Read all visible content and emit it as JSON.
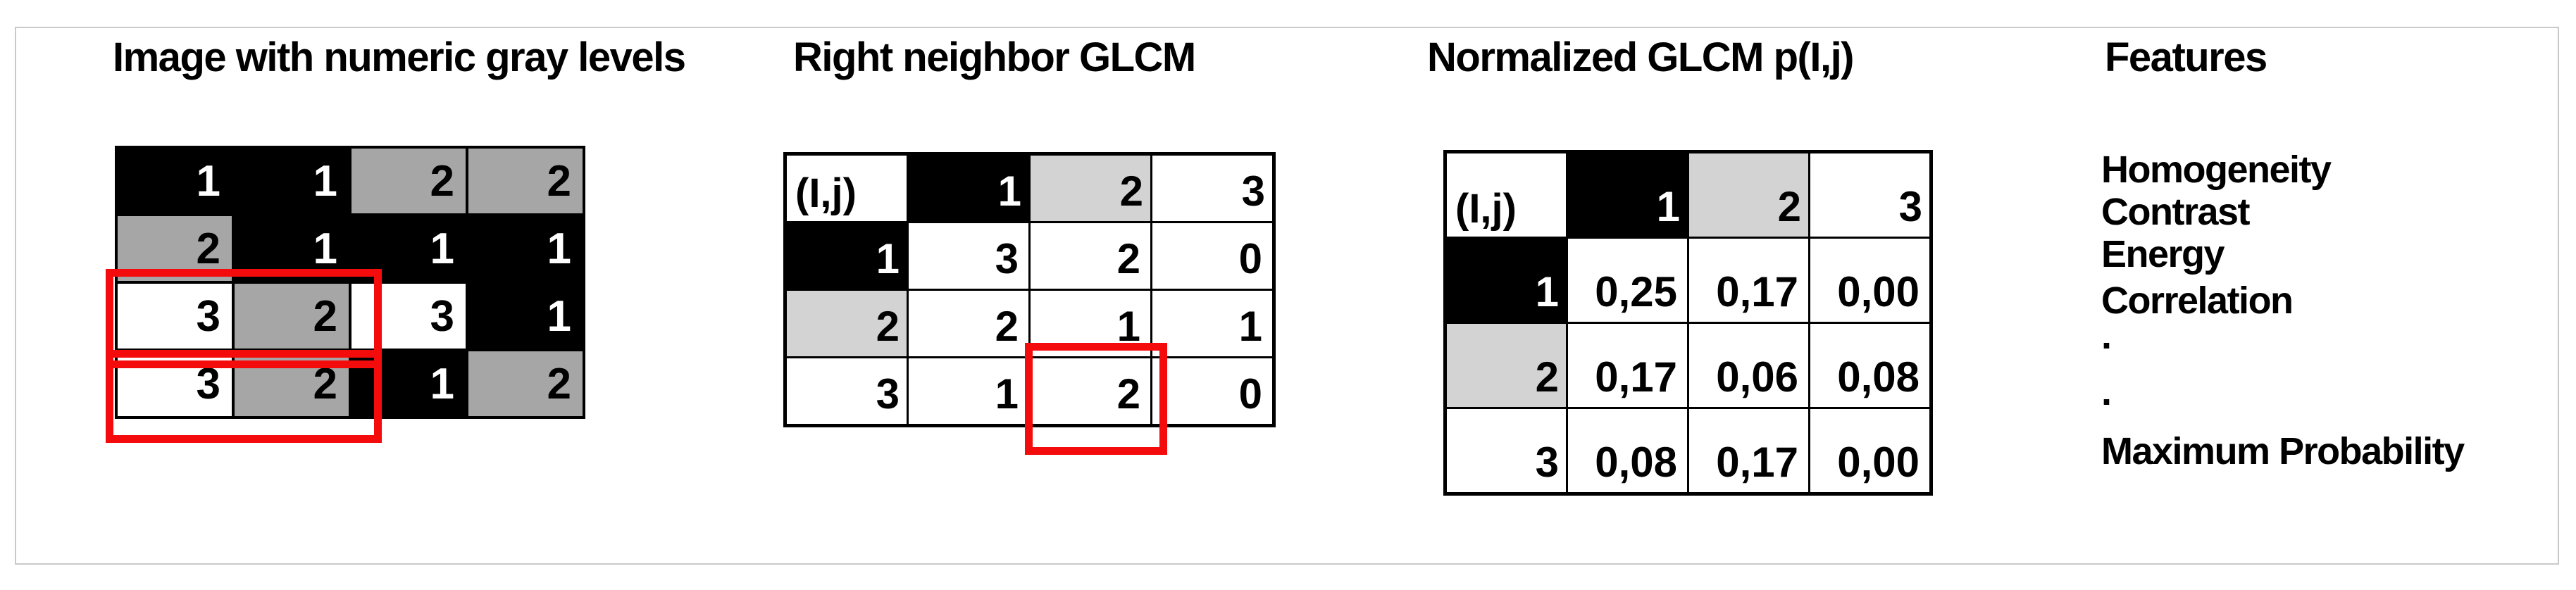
{
  "colors": {
    "black": "#000000",
    "white": "#ffffff",
    "image_gray": "#a6a6a6",
    "table_gray": "#d3d3d3",
    "highlight_red": "#f40b0b",
    "panel_border": "#c9c9c9"
  },
  "sections": {
    "image": {
      "title": "Image with numeric gray levels",
      "cells": [
        [
          {
            "v": "1",
            "shade": "black"
          },
          {
            "v": "1",
            "shade": "black"
          },
          {
            "v": "2",
            "shade": "gray"
          },
          {
            "v": "2",
            "shade": "gray"
          }
        ],
        [
          {
            "v": "2",
            "shade": "gray"
          },
          {
            "v": "1",
            "shade": "black"
          },
          {
            "v": "1",
            "shade": "black"
          },
          {
            "v": "1",
            "shade": "black"
          }
        ],
        [
          {
            "v": "3",
            "shade": "white"
          },
          {
            "v": "2",
            "shade": "gray"
          },
          {
            "v": "3",
            "shade": "white"
          },
          {
            "v": "1",
            "shade": "black"
          }
        ],
        [
          {
            "v": "3",
            "shade": "white"
          },
          {
            "v": "2",
            "shade": "gray"
          },
          {
            "v": "1",
            "shade": "black"
          },
          {
            "v": "2",
            "shade": "gray"
          }
        ]
      ],
      "highlight": "red boxes around first two cells of rows 3 and 4"
    },
    "glcm": {
      "title": "Right neighbor GLCM",
      "corner": "(I,j)",
      "col_headers": [
        "1",
        "2",
        "3"
      ],
      "row_headers": [
        "1",
        "2",
        "3"
      ],
      "values": [
        [
          "3",
          "2",
          "0"
        ],
        [
          "2",
          "1",
          "1"
        ],
        [
          "1",
          "2",
          "0"
        ]
      ],
      "highlight": "red box around row 3, column 2 value"
    },
    "normalized": {
      "title": "Normalized GLCM p(I,j)",
      "corner": "(I,j)",
      "col_headers": [
        "1",
        "2",
        "3"
      ],
      "row_headers": [
        "1",
        "2",
        "3"
      ],
      "values": [
        [
          "0,25",
          "0,17",
          "0,00"
        ],
        [
          "0,17",
          "0,06",
          "0,08"
        ],
        [
          "0,08",
          "0,17",
          "0,00"
        ]
      ]
    },
    "features": {
      "title": "Features",
      "items": [
        "Homogeneity",
        "Contrast",
        "Energy",
        "Correlation",
        ".",
        ".",
        "Maximum Probability"
      ]
    }
  }
}
